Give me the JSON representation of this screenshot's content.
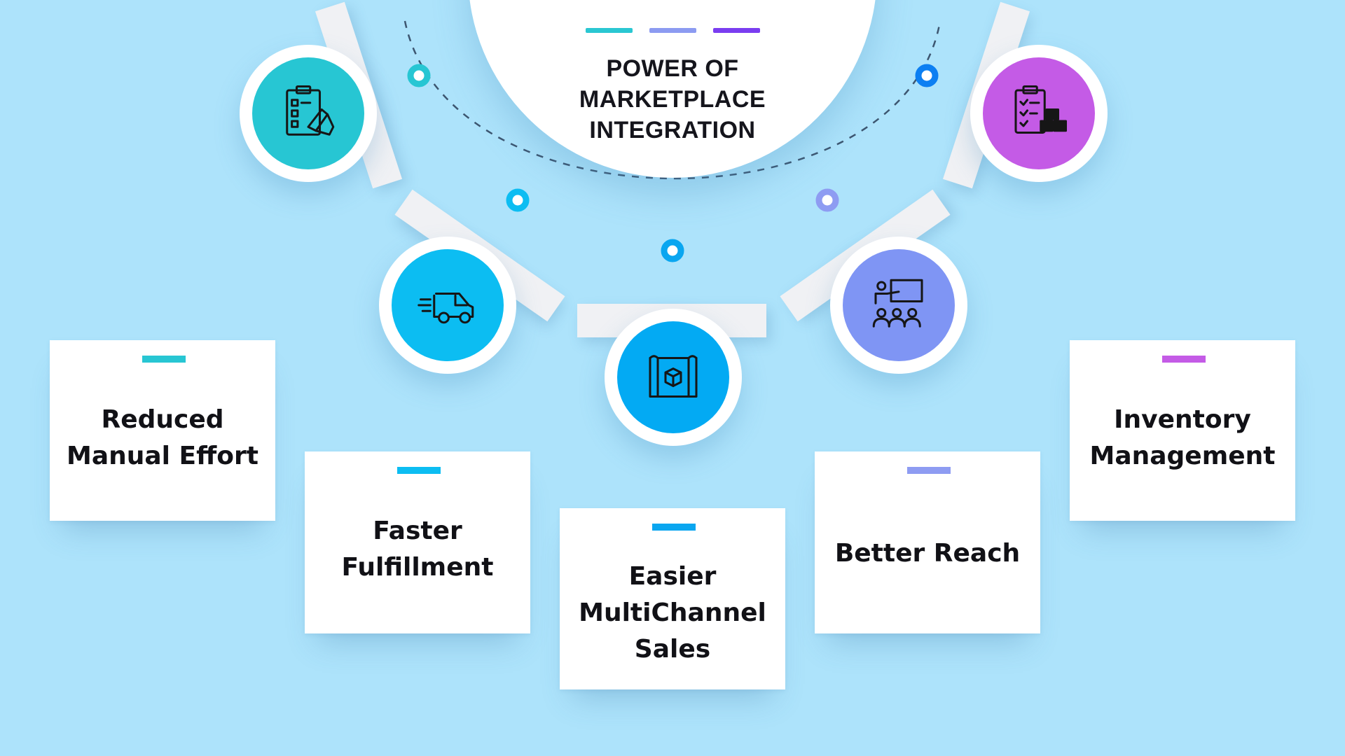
{
  "header": {
    "title_lines": [
      "POWER OF",
      "MARKETPLACE",
      "INTEGRATION"
    ],
    "bar_colors": [
      "#2ac7d2",
      "#8c9bf1",
      "#7a3df0"
    ]
  },
  "colors": {
    "background": "#ade3fb",
    "card": "#ffffff",
    "connector": "#f0f1f4",
    "arc_line": "#3d5670",
    "text": "#111116"
  },
  "items": [
    {
      "label": "Reduced Manual Effort",
      "label_lines": [
        "Reduced",
        "Manual Effort"
      ],
      "icon": "checklist-hand-icon",
      "color": "#27c6d3",
      "dot_color": "#27c6d3"
    },
    {
      "label": "Faster Fulfillment",
      "label_lines": [
        "Faster",
        "Fulfillment"
      ],
      "icon": "delivery-truck-icon",
      "color": "#0cbdf2",
      "dot_color": "#0cbdf2"
    },
    {
      "label": "Easier MultiChannel Sales",
      "label_lines": [
        "Easier",
        "MultiChannel",
        "Sales"
      ],
      "icon": "map-box-icon",
      "color": "#03aaf3",
      "dot_color": "#0aa6f0"
    },
    {
      "label": "Better Reach",
      "label_lines": [
        "Better Reach"
      ],
      "icon": "presentation-audience-icon",
      "color": "#7f95f4",
      "dot_color": "#8e9cf2"
    },
    {
      "label": "Inventory Management",
      "label_lines": [
        "Inventory",
        "Management"
      ],
      "icon": "clipboard-boxes-icon",
      "color": "#c45be6",
      "dot_color": "#0c7ff2"
    }
  ]
}
